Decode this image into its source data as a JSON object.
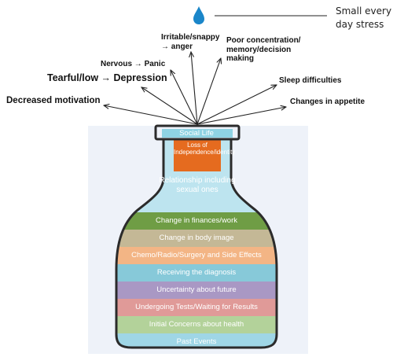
{
  "stress_note": [
    "Small every",
    "day stress"
  ],
  "symptoms": {
    "decreased_motivation": "Decreased motivation",
    "tearful_low": "Tearful/low",
    "depression": "Depression",
    "nervous": "Nervous",
    "panic": "Panic",
    "irritable_snappy": "Irritable/snappy",
    "anger": "anger",
    "poor_concentration": [
      "Poor concentration/",
      "memory/decision",
      "making"
    ],
    "sleep_difficulties": "Sleep difficulties",
    "changes_in_appetite": "Changes in appetite"
  },
  "layers": [
    {
      "label": "Social Life",
      "color": "#8fd3e3"
    },
    {
      "label": "Loss of Independence/identity",
      "color": "#e56b1f"
    },
    {
      "label": "Relationship including sexual ones",
      "color": "#bde4ef"
    },
    {
      "label": "Change in finances/work",
      "color": "#6f9d45"
    },
    {
      "label": "Change in body image",
      "color": "#c4b896"
    },
    {
      "label": "Chemo/Radio/Surgery and Side Effects",
      "color": "#f3b585"
    },
    {
      "label": "Receiving the diagnosis",
      "color": "#87c9d9"
    },
    {
      "label": "Uncertainty about future",
      "color": "#a998c4"
    },
    {
      "label": "Undergoing Tests/Waiting for Results",
      "color": "#e09a98"
    },
    {
      "label": "Initial Concerns about health",
      "color": "#b3d29a"
    },
    {
      "label": "Past Events",
      "color": "#9fd6e6"
    }
  ],
  "colors": {
    "background_panel": "#eef2f9",
    "outline": "#2b2b2b",
    "drop": "#1a86c9"
  }
}
